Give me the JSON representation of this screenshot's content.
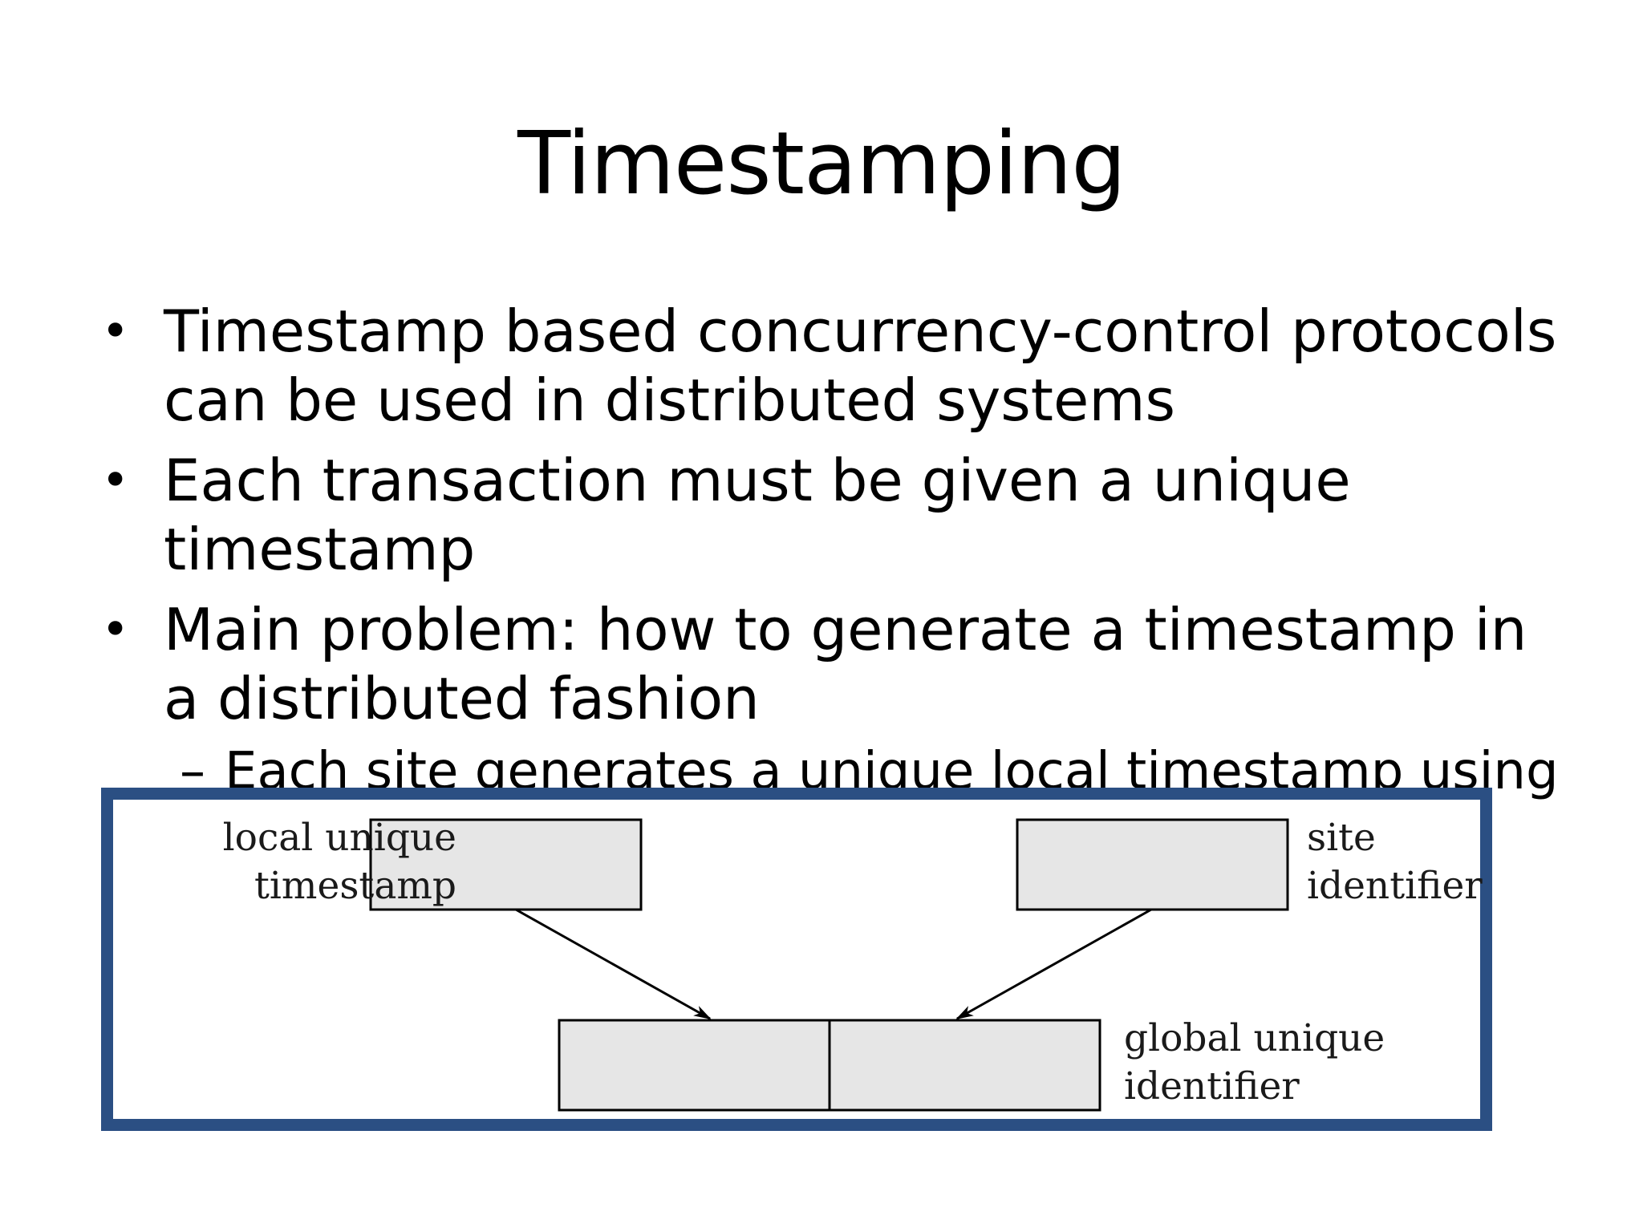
{
  "slide": {
    "title": "Timestamping"
  },
  "bullets": [
    {
      "line1": "Timestamp based concurrency-control protocols",
      "line2": "can be used in distributed systems"
    },
    {
      "line1": "Each transaction must be given a unique",
      "line2": "timestamp"
    },
    {
      "line1": "Main problem:  how to generate a timestamp in",
      "line2": "a distributed fashion"
    }
  ],
  "sub_bullet": {
    "dash": "–",
    "text": "Each site generates a unique local timestamp using"
  },
  "bullet_symbol": "•",
  "figure": {
    "local_label_line1": "local unique",
    "local_label_line2": "timestamp",
    "site_label_line1": "site",
    "site_label_line2": "identifier",
    "global_label_line1": "global unique",
    "global_label_line2": "identifier",
    "border_color": "#2b4f83",
    "box_fill": "#e6e6e6"
  }
}
